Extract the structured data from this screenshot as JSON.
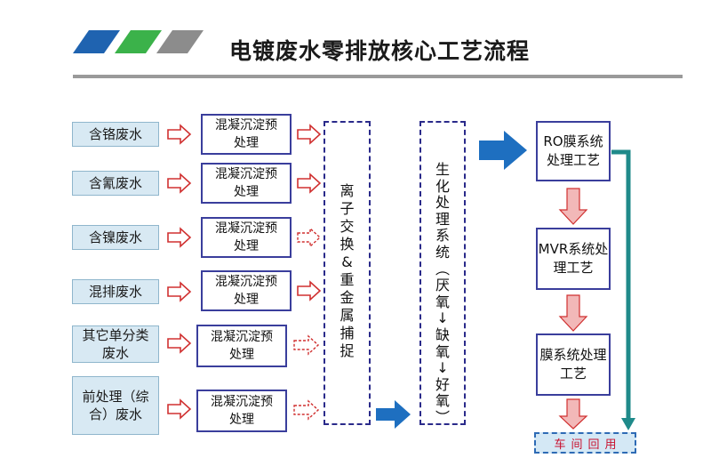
{
  "title": "电镀废水零排放核心工艺流程",
  "colors": {
    "stripe1": "#1f63b0",
    "stripe2": "#3bb24a",
    "stripe3": "#8c8c8c",
    "accent_blue": "#1e6fc0",
    "teal": "#1f8a8a",
    "red_outline": "#d03030"
  },
  "sources": [
    {
      "label": "含铬废水"
    },
    {
      "label": "含氰废水"
    },
    {
      "label": "含镍废水"
    },
    {
      "label": "混排废水"
    },
    {
      "label": "其它单分类废水"
    },
    {
      "label": "前处理（综合）废水"
    }
  ],
  "pretreat_label": "混凝沉淀预处理",
  "ion_exchange": {
    "chars": [
      "离",
      "子",
      "交",
      "换",
      "&",
      "重",
      "金",
      "属",
      "捕",
      "捉"
    ]
  },
  "bio": {
    "chars": [
      "生",
      "化",
      "处",
      "理",
      "系",
      "统",
      "︵",
      "厌",
      "氧",
      "↓",
      "缺",
      "氧",
      "↓",
      "好",
      "氧",
      "︶"
    ]
  },
  "systems": [
    {
      "label": "RO膜系统处理工艺"
    },
    {
      "label": "MVR系统处理工艺"
    },
    {
      "label": "膜系统处理工艺"
    }
  ],
  "reuse": {
    "label": "车间回用"
  }
}
